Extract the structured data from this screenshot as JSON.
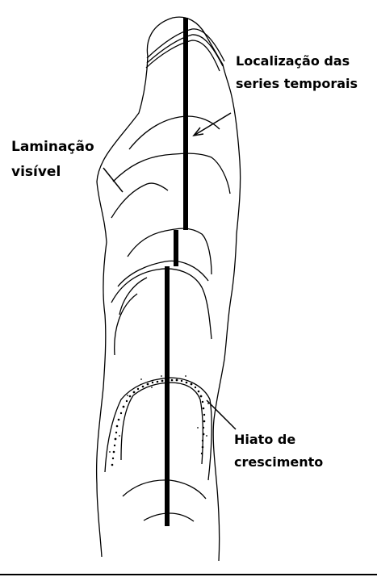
{
  "labels": {
    "series_line1": "Localização das",
    "series_line2": "series temporais",
    "lamination_line1": "Laminação",
    "lamination_line2": "visível",
    "hiatus_line1": "Hiato de",
    "hiatus_line2": "crescimento"
  },
  "colors": {
    "ink": "#000000",
    "background": "#ffffff"
  }
}
